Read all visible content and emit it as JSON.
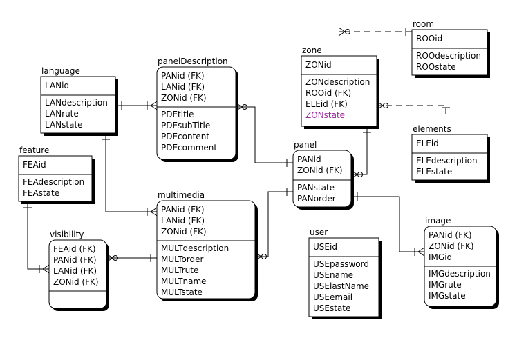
{
  "entities": {
    "room": {
      "name": "room",
      "keys": [
        "ROOid"
      ],
      "attrs": [
        "ROOdescription",
        "ROOstate"
      ]
    },
    "zone": {
      "name": "zone",
      "keys": [
        "ZONid"
      ],
      "attrs": [
        "ZONdescription",
        "ROOid (FK)",
        "ELEid (FK)",
        "ZONstate"
      ]
    },
    "elements": {
      "name": "elements",
      "keys": [
        "ELEid"
      ],
      "attrs": [
        "ELEdescription",
        "ELEstate"
      ]
    },
    "language": {
      "name": "language",
      "keys": [
        "LANid"
      ],
      "attrs": [
        "LANdescription",
        "LANrute",
        "LANstate"
      ]
    },
    "panelDescription": {
      "name": "panelDescription",
      "keys": [
        "PANid (FK)",
        "LANid (FK)",
        "ZONid (FK)"
      ],
      "attrs": [
        "PDEtitle",
        "PDEsubTitle",
        "PDEcontent",
        "PDEcomment"
      ]
    },
    "feature": {
      "name": "feature",
      "keys": [
        "FEAid"
      ],
      "attrs": [
        "FEAdescription",
        "FEAstate"
      ]
    },
    "panel": {
      "name": "panel",
      "keys": [
        "PANid",
        "ZONid (FK)"
      ],
      "attrs": [
        "PANstate",
        "PANorder"
      ]
    },
    "multimedia": {
      "name": "multimedia",
      "keys": [
        "PANid (FK)",
        "LANid (FK)",
        "ZONid (FK)"
      ],
      "attrs": [
        "MULTdescription",
        "MULTorder",
        "MULTrute",
        "MULTname",
        "MULTstate"
      ]
    },
    "visibility": {
      "name": "visibility",
      "keys": [
        "FEAid (FK)",
        "PANid (FK)",
        "LANid (FK)",
        "ZONid (FK)"
      ],
      "attrs": []
    },
    "user": {
      "name": "user",
      "keys": [
        "USEid"
      ],
      "attrs": [
        "USEpassword",
        "USEname",
        "USElastName",
        "USEemail",
        "USEstate"
      ]
    },
    "image": {
      "name": "image",
      "keys": [
        "PANid (FK)",
        "ZONid (FK)",
        "IMGid"
      ],
      "attrs": [
        "IMGdescription",
        "IMGrute",
        "IMGstate"
      ]
    }
  },
  "highlight_color": "#9b2a9b",
  "highlighted_attributes": [
    "ZONstate"
  ],
  "relationships": [
    {
      "from": "room",
      "to": "zone",
      "style": "dashed",
      "from_end": "one",
      "to_end": "zero-or-many"
    },
    {
      "from": "elements",
      "to": "zone",
      "style": "dashed",
      "from_end": "one",
      "to_end": "zero-or-many"
    },
    {
      "from": "zone",
      "to": "panel",
      "style": "solid",
      "from_end": "one",
      "to_end": "zero-or-many"
    },
    {
      "from": "language",
      "to": "panelDescription",
      "style": "solid",
      "from_end": "one",
      "to_end": "one-or-many"
    },
    {
      "from": "language",
      "to": "multimedia",
      "style": "solid",
      "from_end": "one",
      "to_end": "one-or-many"
    },
    {
      "from": "panel",
      "to": "panelDescription",
      "style": "solid",
      "from_end": "one",
      "to_end": "zero-or-many"
    },
    {
      "from": "panel",
      "to": "multimedia",
      "style": "solid",
      "from_end": "one",
      "to_end": "zero-or-many"
    },
    {
      "from": "panel",
      "to": "image",
      "style": "solid",
      "from_end": "one",
      "to_end": "one-or-many"
    },
    {
      "from": "feature",
      "to": "visibility",
      "style": "solid",
      "from_end": "one",
      "to_end": "one-or-many"
    },
    {
      "from": "multimedia",
      "to": "visibility",
      "style": "solid",
      "from_end": "one",
      "to_end": "zero-or-many"
    }
  ]
}
